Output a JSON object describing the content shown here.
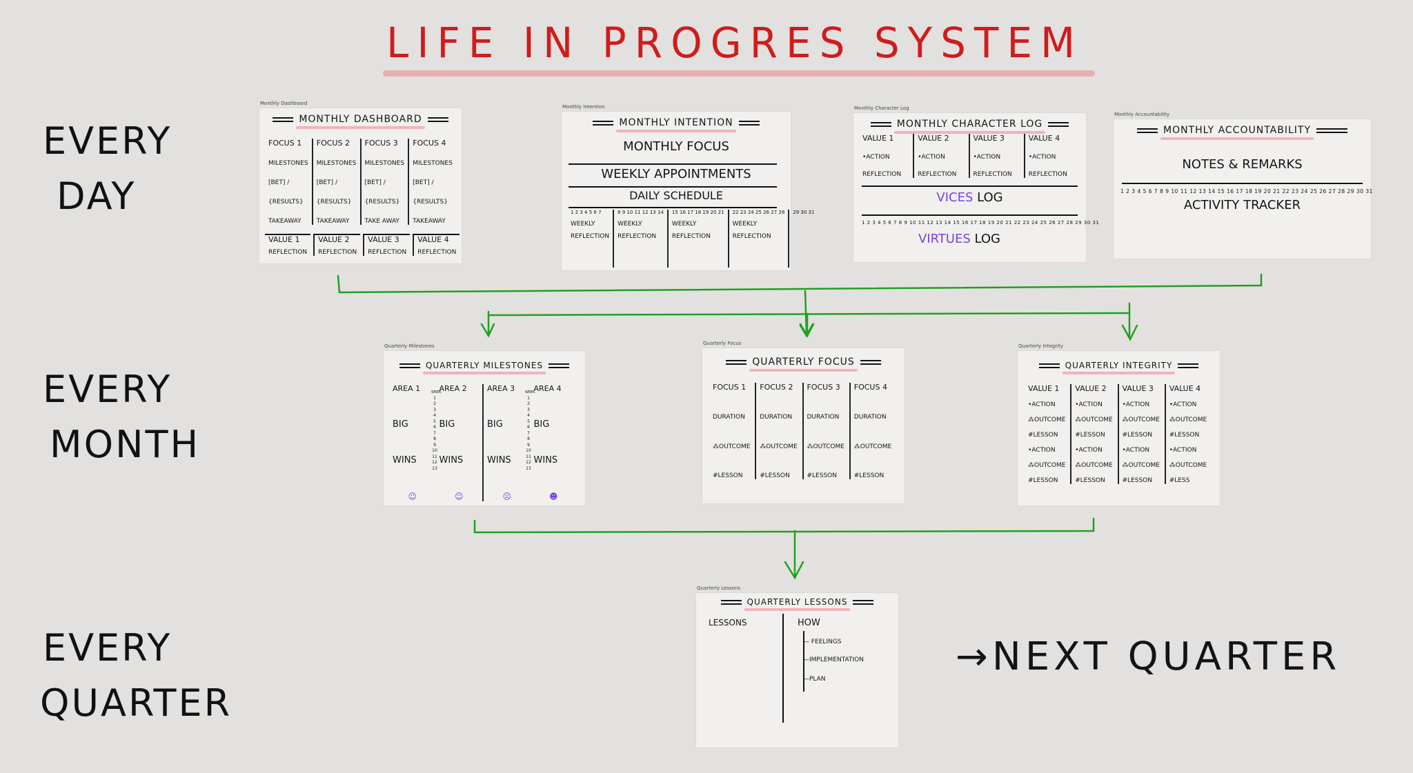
{
  "title": "LIFE IN PROGRES SYSTEM",
  "frequencies": {
    "day": [
      "EVERY",
      "DAY"
    ],
    "month": [
      "EVERY",
      "MONTH"
    ],
    "quarter": [
      "EVERY",
      "QUARTER"
    ]
  },
  "next_quarter": "→NEXT QUARTER",
  "colors": {
    "title": "#d01c1c",
    "arrows": "#1fa01f",
    "highlight": "#f2b3b7",
    "purple": "#7a3fe0"
  },
  "days": "1 2 3 4 5 6 7 8 9 10 11 12 13 14 15 16 17 18 19 20 21 22 23 24 25 26 27 28 29 30 31",
  "monthly_dashboard": {
    "label": "Monthly Dashboard",
    "heading": "MONTHLY DASHBOARD",
    "columns": [
      [
        "FOCUS 1",
        "MILESTONES",
        "[BET] /",
        "{RESULTS}",
        "TAKEAWAY"
      ],
      [
        "FOCUS 2",
        "MILESTONES",
        "[BET] /",
        "{RESULTS}",
        "TAKEAWAY"
      ],
      [
        "FOCUS 3",
        "MILESTONES",
        "[BET] /",
        "{RESULTS}",
        "TAKE AWAY"
      ],
      [
        "FOCUS 4",
        "MILESTONES",
        "[BET] /",
        "{RESULTS}",
        "TAKEAWAY"
      ]
    ],
    "values": [
      [
        "VALUE 1",
        "REFLECTION"
      ],
      [
        "VALUE 2",
        "REFLECTION"
      ],
      [
        "VALUE 3",
        "REFLECTION"
      ],
      [
        "VALUE 4",
        "REFLECTION"
      ]
    ]
  },
  "monthly_intention": {
    "label": "Monthly Intention",
    "heading": "MONTHLY INTENTION",
    "focus": "MONTHLY FOCUS",
    "appointments": "WEEKLY APPOINTMENTS",
    "schedule": "DAILY SCHEDULE",
    "weeks": [
      [
        "1 2 3 4 5 6 7",
        "WEEKLY",
        "REFLECTION"
      ],
      [
        "8 9 10 11 12 13 14",
        "WEEKLY",
        "REFLECTION"
      ],
      [
        "15 16 17 18 19 20 21",
        "WEEKLY",
        "REFLECTION"
      ],
      [
        "22 23 24 25 26 27 28",
        "WEEKLY",
        "REFLECTION"
      ],
      [
        "29 30 31",
        "",
        ""
      ]
    ]
  },
  "monthly_character_log": {
    "label": "Monthly Character Log",
    "heading": "MONTHLY CHARACTER LOG",
    "columns": [
      [
        "VALUE 1",
        "•ACTION",
        "REFLECTION"
      ],
      [
        "VALUE 2",
        "•ACTION",
        "REFLECTION"
      ],
      [
        "VALUE 3",
        "•ACTION",
        "REFLECTION"
      ],
      [
        "VALUE 4",
        "•ACTION",
        "REFLECTION"
      ]
    ],
    "vices": [
      "VICES",
      "LOG"
    ],
    "virtues": [
      "VIRTUES",
      "LOG"
    ]
  },
  "monthly_accountability": {
    "label": "Monthly Accountability",
    "heading": "MONTHLY ACCOUNTABILITY",
    "notes": "NOTES & REMARKS",
    "tracker": "ACTIVITY TRACKER"
  },
  "quarterly_milestones": {
    "label": "Quarterly Milestones",
    "heading": "QUARTERLY MILESTONES",
    "columns": [
      [
        "AREA 1",
        "BIG",
        "WINS",
        "☺"
      ],
      [
        "AREA 2",
        "BIG",
        "WINS",
        "☺"
      ],
      [
        "AREA 3",
        "BIG",
        "WINS",
        "☹"
      ],
      [
        "AREA 4",
        "BIG",
        "WINS",
        "☻"
      ]
    ],
    "week_label": "WEEK",
    "weeks": "1 2 3 4 5 6 7 8 9 10 11 12 13"
  },
  "quarterly_focus": {
    "label": "Quarterly Focus",
    "heading": "QUARTERLY FOCUS",
    "columns": [
      [
        "FOCUS 1",
        "DURATION",
        "⁂OUTCOME",
        "#LESSON"
      ],
      [
        "FOCUS 2",
        "DURATION",
        "⁂OUTCOME",
        "#LESSON"
      ],
      [
        "FOCUS 3",
        "DURATION",
        "⁂OUTCOME",
        "#LESSON"
      ],
      [
        "FOCUS 4",
        "DURATION",
        "⁂OUTCOME",
        "#LESSON"
      ]
    ]
  },
  "quarterly_integrity": {
    "label": "Quarterly Integrity",
    "heading": "QUARTERLY INTEGRITY",
    "columns": [
      [
        "VALUE 1",
        "•ACTION",
        "⁂OUTCOME",
        "#LESSON",
        "•ACTION",
        "⁂OUTCOME",
        "#LESSON"
      ],
      [
        "VALUE 2",
        "•ACTION",
        "⁂OUTCOME",
        "#LESSON",
        "•ACTION",
        "⁂OUTCOME",
        "#LESSON"
      ],
      [
        "VALUE 3",
        "•ACTION",
        "⁂OUTCOME",
        "#LESSON",
        "•ACTION",
        "⁂OUTCOME",
        "#LESSON"
      ],
      [
        "VALUE 4",
        "•ACTION",
        "⁂OUTCOME",
        "#LESSON",
        "•ACTION",
        "⁂OUTCOME",
        "#LESS"
      ]
    ]
  },
  "quarterly_lessons": {
    "label": "Quarterly Lessons",
    "heading": "QUARTERLY LESSONS",
    "lessons": "LESSONS",
    "how": "HOW",
    "how_items": [
      "FEELINGS",
      "IMPLEMENTATION",
      "PLAN"
    ]
  }
}
